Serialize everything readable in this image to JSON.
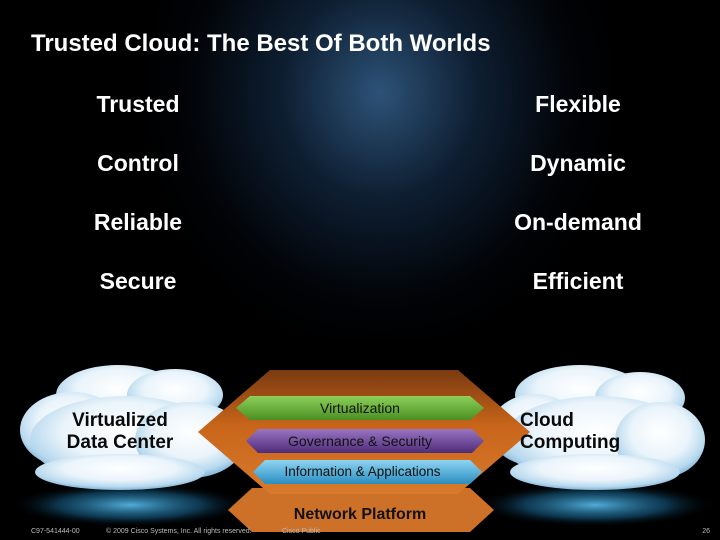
{
  "slide": {
    "title": "Trusted Cloud: The Best Of Both Worlds",
    "left_column": [
      "Trusted",
      "Control",
      "Reliable",
      "Secure"
    ],
    "right_column": [
      "Flexible",
      "Dynamic",
      "On-demand",
      "Efficient"
    ]
  },
  "diagram": {
    "left_cloud": {
      "line1": "Virtualized",
      "line2": "Data Center"
    },
    "right_cloud": {
      "line1": "Cloud",
      "line2": "Computing"
    },
    "bands": {
      "virtualization": "Virtualization",
      "governance": "Governance & Security",
      "information": "Information & Applications",
      "network": "Network Platform"
    },
    "colors": {
      "virtualization": "#5fa32e",
      "governance": "#6a3f97",
      "information": "#3aa3d4",
      "network": "#c8651a"
    }
  },
  "footer": {
    "doc_id": "C97-541444-00",
    "copyright": "© 2009 Cisco Systems, Inc. All rights reserved.",
    "classification": "Cisco Public",
    "page": "26"
  }
}
